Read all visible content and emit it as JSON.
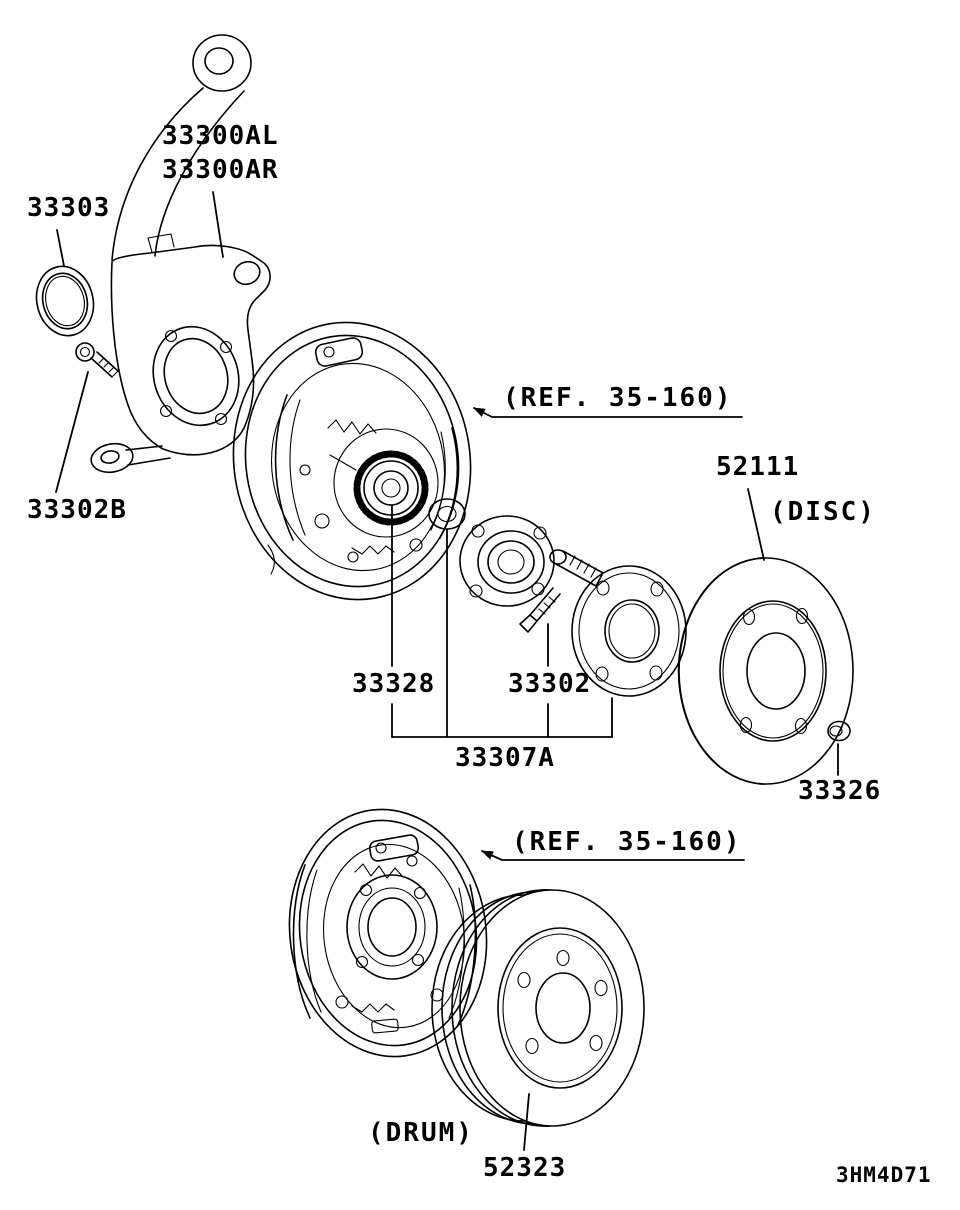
{
  "diagram": {
    "ink": "#000000",
    "paper": "#ffffff",
    "labels": {
      "knuckle_left": "33300AL",
      "knuckle_right": "33300AR",
      "seal": "33303",
      "pivot_bolt": "33302B",
      "ref_upper": "(REF. 35-160)",
      "disc_number": "52111",
      "disc_caption": "(DISC)",
      "tone_ring": "33328",
      "hub_bolt": "33302",
      "hub_assembly": "33307A",
      "grease_cap": "33326",
      "ref_lower": "(REF. 35-160)",
      "drum_caption": "(DRUM)",
      "drum_number": "52323"
    },
    "code": "3HM4D71"
  }
}
